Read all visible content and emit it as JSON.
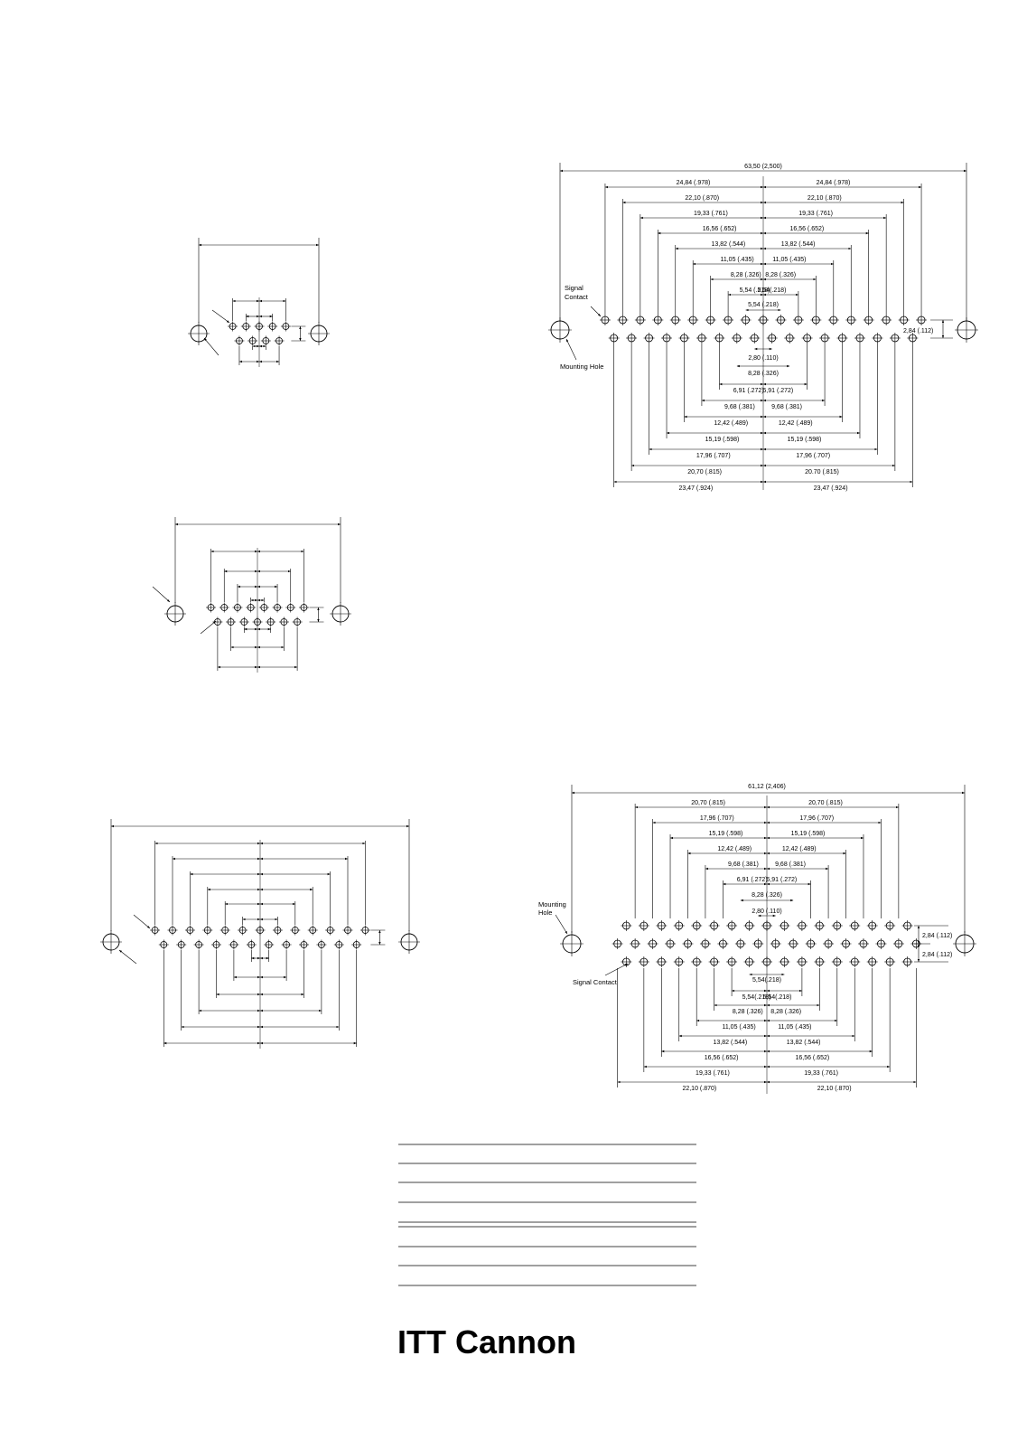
{
  "logo": {
    "text": "ITT Cannon"
  },
  "colors": {
    "ink": "#000000",
    "paper": "#ffffff"
  },
  "drawing_a": {
    "overall": "63,50 (2,500)",
    "top_dims": [
      [
        "24,84 (.978)",
        "24,84 (.978)"
      ],
      [
        "22,10 (.870)",
        "22,10 (.870)"
      ],
      [
        "19,33 (.761)",
        "19,33 (.761)"
      ],
      [
        "16,56 (.652)",
        "16,56 (.652)"
      ],
      [
        "13,82 (.544)",
        "13,82 (.544)"
      ],
      [
        "11,05 (.435)",
        "11,05 (.435)"
      ],
      [
        "8,28 (.326)",
        "8,28 (.326)"
      ],
      [
        "5,54 (.218)",
        "5,54(.218)"
      ]
    ],
    "top_single": "5,54 (.218)",
    "bottom_single": [
      "2,80 (.110)",
      "8,28 (.326)"
    ],
    "bottom_dims": [
      [
        "6,91 (.272)",
        "6,91 (.272)"
      ],
      [
        "9,68 (.381)",
        "9,68 (.381)"
      ],
      [
        "12,42 (.489)",
        "12,42 (.489)"
      ],
      [
        "15,19 (.598)",
        "15,19 (.598)"
      ],
      [
        "17,96 (.707)",
        "17,96 (.707)"
      ],
      [
        "20,70 (.815)",
        "20.70 (.815)"
      ],
      [
        "23,47 (.924)",
        "23,47 (.924)"
      ]
    ],
    "row_gap": "2,84 (.112)",
    "signal_label_1": "Signal",
    "signal_label_2": "Contact",
    "mount_label": "Mounting Hole"
  },
  "drawing_b": {
    "overall": "61,12 (2,406)",
    "top_dims": [
      [
        "20,70 (.815)",
        "20,70 (.815)"
      ],
      [
        "17,96 (.707)",
        "17,96 (.707)"
      ],
      [
        "15,19 (.598)",
        "15,19 (.598)"
      ],
      [
        "12,42 (.489)",
        "12,42 (.489)"
      ],
      [
        "9,68 (.381)",
        "9,68 (.381)"
      ],
      [
        "6,91 (.272)",
        "6,91 (.272)"
      ]
    ],
    "top_single": [
      "8,28 (.326)",
      "2,80 (.110)"
    ],
    "bottom_single": "5,54(.218)",
    "bottom_dims": [
      [
        "5,54(.218)",
        "5,54(.218)"
      ],
      [
        "8,28 (.326)",
        "8,28 (.326)"
      ],
      [
        "11,05 (.435)",
        "11,05 (.435)"
      ],
      [
        "13,82 (.544)",
        "13,82 (.544)"
      ],
      [
        "16,56 (.652)",
        "16,56 (.652)"
      ],
      [
        "19,33 (.761)",
        "19,33 (.761)"
      ],
      [
        "22,10 (.870)",
        "22,10 (.870)"
      ]
    ],
    "row_gap_1": "2,84 (.112)",
    "row_gap_2": "2,84 (.112)",
    "mount_label_1": "Mounting",
    "mount_label_2": "Hole",
    "signal_label": "Signal Contact"
  }
}
